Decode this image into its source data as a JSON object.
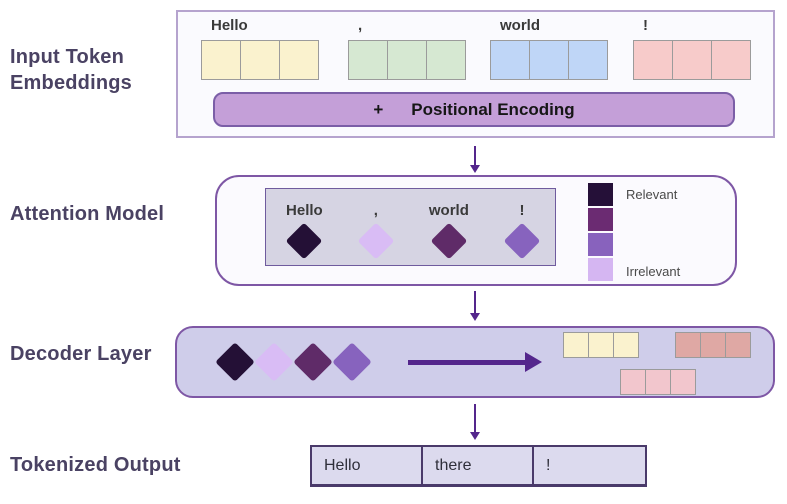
{
  "section_labels": {
    "input": "Input Token Embeddings",
    "attention": "Attention Model",
    "decoder": "Decoder Layer",
    "output": "Tokenized Output"
  },
  "input_section": {
    "tokens": [
      {
        "label": "Hello",
        "cell_color": "#FAF2CE"
      },
      {
        "label": ",",
        "cell_color": "#D6E8D2"
      },
      {
        "label": "world",
        "cell_color": "#BFD6F7"
      },
      {
        "label": "!",
        "cell_color": "#F7CBCA"
      }
    ],
    "positional_plus": "+",
    "positional_label": "Positional Encoding",
    "bar_color": "#C49FD8"
  },
  "attention_section": {
    "tokens": [
      {
        "label": "Hello",
        "diamond_color": "#241036"
      },
      {
        "label": ",",
        "diamond_color": "#D9BCF5"
      },
      {
        "label": "world",
        "diamond_color": "#5F2B68"
      },
      {
        "label": "!",
        "diamond_color": "#8763BE"
      }
    ],
    "legend": {
      "colors": [
        "#251038",
        "#6B2B72",
        "#8862BD",
        "#D5B6F2"
      ],
      "top_label": "Relevant",
      "bottom_label": "Irrelevant"
    }
  },
  "decoder_section": {
    "diamond_colors": [
      "#241036",
      "#D9BCF5",
      "#5F2B68",
      "#8763BE"
    ],
    "output_groups": [
      {
        "name": "yellow-tokens",
        "cell_color": "#FAF2CE"
      },
      {
        "name": "salmon-tokens",
        "cell_color": "#DFA8A4"
      },
      {
        "name": "pink-tokens",
        "cell_color": "#F2C6CD"
      }
    ]
  },
  "output_section": {
    "cells": [
      "Hello",
      "there",
      "!"
    ]
  },
  "accent_colors": {
    "arrow": "#54268C",
    "heading_text": "#4A4263"
  }
}
